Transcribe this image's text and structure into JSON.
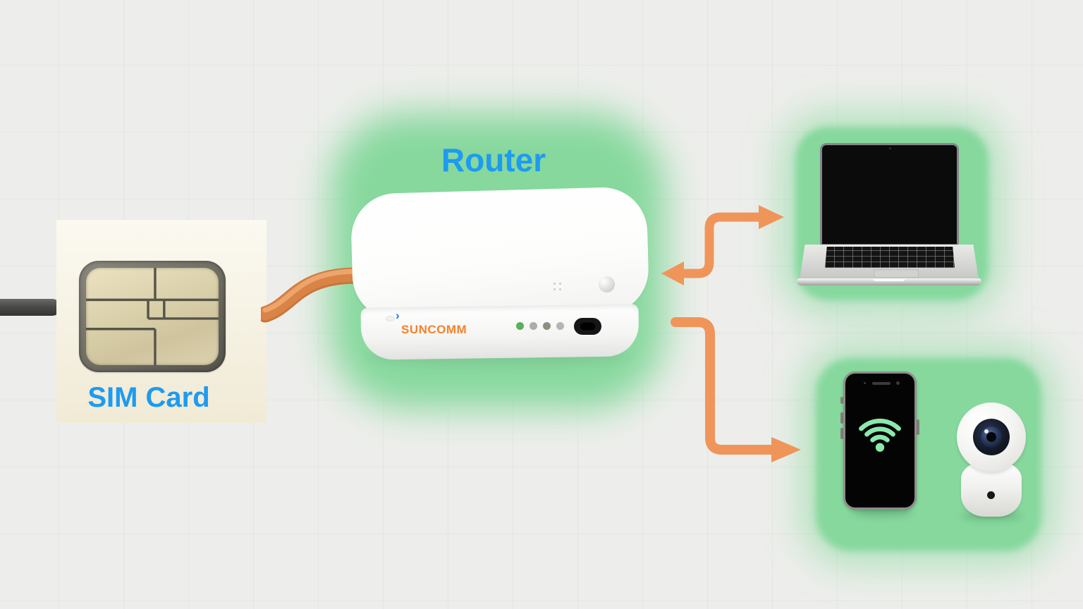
{
  "colors": {
    "background": "#EDEEEB",
    "highlight_green": "#86D89D",
    "accent_blue": "#1D9BF0",
    "arrow_orange": "#F0955A",
    "cable_orange": "#D98347",
    "brand_orange": "#F5822A",
    "sim_panel_cream": "#F8F3E2",
    "sim_chip_gold": "#D9CFA9"
  },
  "sim": {
    "label": "SIM Card"
  },
  "router": {
    "label": "Router",
    "brand": "SUNCOMM",
    "leds": [
      {
        "name": "led-1",
        "color": "#5FAE5A",
        "state": "on"
      },
      {
        "name": "led-2",
        "color": "#ACACAA",
        "state": "off"
      },
      {
        "name": "led-3",
        "color": "#8A8F7E",
        "state": "off"
      },
      {
        "name": "led-4",
        "color": "#B5B5B3",
        "state": "off"
      }
    ]
  },
  "connections": [
    {
      "name": "power-cable",
      "type": "cable",
      "color": "#4A4A48"
    },
    {
      "name": "sim-to-router",
      "type": "cable",
      "color": "#D98347"
    },
    {
      "name": "router-to-laptop",
      "type": "arrow",
      "direction": "bidirectional",
      "color": "#F0955A"
    },
    {
      "name": "router-to-devices",
      "type": "arrow",
      "direction": "one-way",
      "color": "#F0955A"
    }
  ]
}
